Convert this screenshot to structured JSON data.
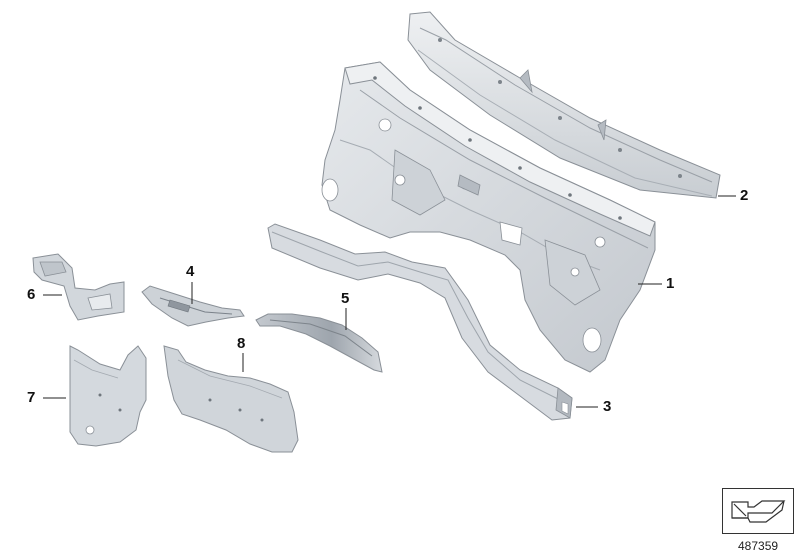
{
  "callouts": {
    "p1": "1",
    "p2": "2",
    "p3": "3",
    "p4": "4",
    "p5": "5",
    "p6": "6",
    "p7": "7",
    "p8": "8"
  },
  "diagram_number": "487359",
  "colors": {
    "part_fill": "#dadee3",
    "part_fill_dark": "#b9bfc6",
    "part_fill_light": "#eceef1",
    "outline": "#8a9097",
    "leader": "#222222"
  },
  "icons": {
    "nav": "back-arrow-icon"
  }
}
